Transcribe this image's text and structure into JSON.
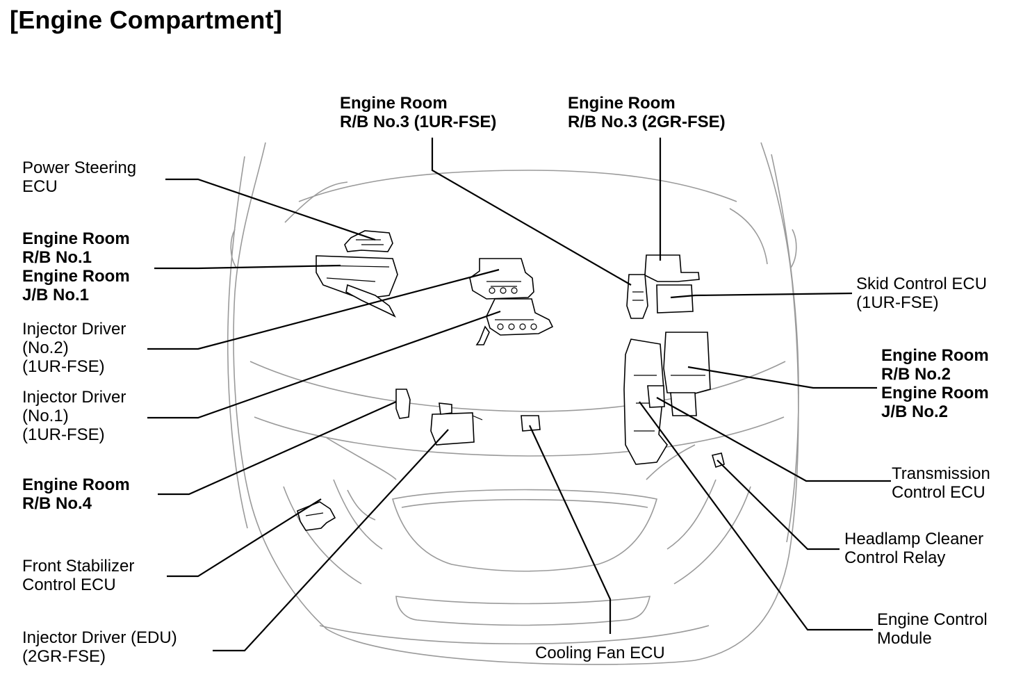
{
  "title": "[Engine Compartment]",
  "labels": {
    "power_steering_ecu": [
      "Power Steering",
      "ECU"
    ],
    "rb1_jb1": [
      "Engine Room",
      "R/B No.1",
      "Engine Room",
      "J/B No.1"
    ],
    "injector_driver_no2": [
      "Injector Driver",
      "(No.2)",
      "(1UR-FSE)"
    ],
    "injector_driver_no1": [
      "Injector Driver",
      "(No.1)",
      "(1UR-FSE)"
    ],
    "rb4": [
      "Engine Room",
      "R/B No.4"
    ],
    "front_stabilizer_ecu": [
      "Front Stabilizer",
      "Control ECU"
    ],
    "injector_driver_edu": [
      "Injector Driver (EDU)",
      "(2GR-FSE)"
    ],
    "rb3_1ur": [
      "Engine Room",
      "R/B No.3 (1UR-FSE)"
    ],
    "rb3_2gr": [
      "Engine Room",
      "R/B No.3 (2GR-FSE)"
    ],
    "skid_control_ecu": [
      "Skid Control ECU",
      "(1UR-FSE)"
    ],
    "rb2_jb2": [
      "Engine Room",
      "R/B No.2",
      "Engine Room",
      "J/B No.2"
    ],
    "transmission_ecu": [
      "Transmission",
      "Control ECU"
    ],
    "headlamp_cleaner_relay": [
      "Headlamp Cleaner",
      "Control Relay"
    ],
    "engine_control_module": [
      "Engine Control",
      "Module"
    ],
    "cooling_fan_ecu": [
      "Cooling Fan ECU"
    ]
  }
}
